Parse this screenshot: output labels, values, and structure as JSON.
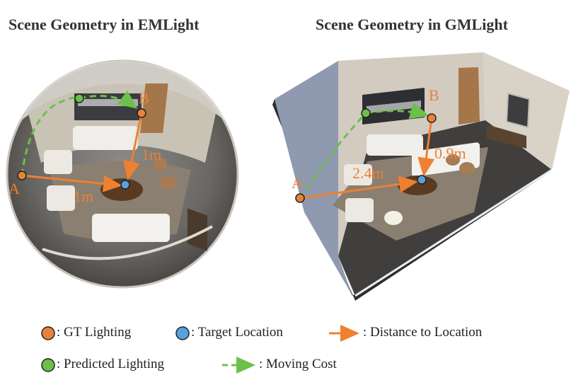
{
  "titles": {
    "left": "Scene Geometry in EMLight",
    "right": "Scene Geometry in GMLight"
  },
  "left_scene": {
    "point_a": "A",
    "point_b": "B",
    "distance_a": "1m",
    "distance_b": "1m"
  },
  "right_scene": {
    "point_a": "A",
    "point_b": "B",
    "distance_a": "2.4m",
    "distance_b": "0.9m"
  },
  "legend": {
    "gt_lighting": ": GT Lighting",
    "target_location": ": Target Location",
    "distance_to_location": ": Distance to Location",
    "predicted_lighting": ":  Predicted Lighting",
    "moving_cost": ": Moving Cost"
  },
  "colors": {
    "gt": "#e8823a",
    "target": "#5aa0dc",
    "predicted": "#6cc04a",
    "arrow": "#ee8030",
    "dashed": "#6cc04a"
  }
}
